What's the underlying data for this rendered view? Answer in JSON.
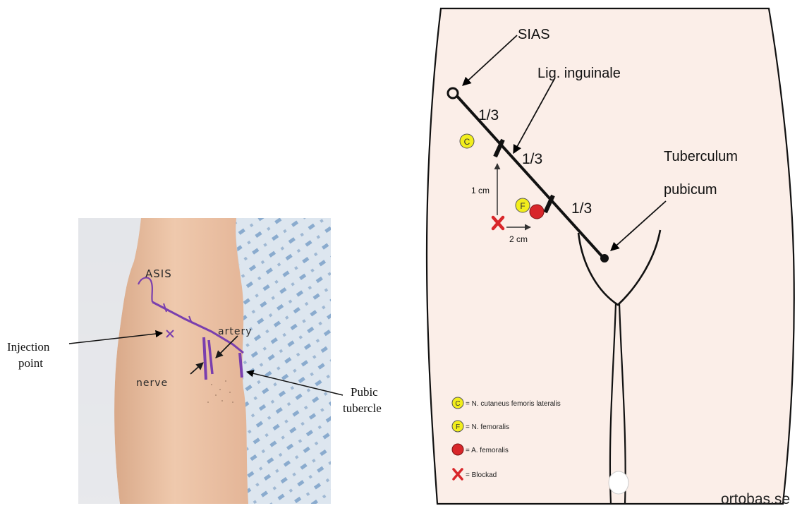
{
  "photo": {
    "labels": {
      "asis": "ASIS",
      "artery": "artery",
      "nerve": "nerve"
    }
  },
  "callouts": {
    "injection_line1": "Injection",
    "injection_line2": "point",
    "pubic_line1": "Pubic",
    "pubic_line2": "tubercle"
  },
  "schematic": {
    "sias": "SIAS",
    "lig_inguinale": "Lig. inguinale",
    "third_1": "1/3",
    "third_2": "1/3",
    "third_3": "1/3",
    "tuberculum_line1": "Tuberculum",
    "tuberculum_line2": "pubicum",
    "one_cm": "1 cm",
    "two_cm": "2 cm",
    "watermark": "ortobas.se",
    "markers": {
      "c": "C",
      "f": "F"
    },
    "legend": [
      {
        "symbol": "C",
        "text": "= N. cutaneus femoris lateralis"
      },
      {
        "symbol": "F",
        "text": "= N. femoralis"
      },
      {
        "symbol": "",
        "text": "= A. femoralis"
      },
      {
        "symbol": "",
        "text": "= Blockad"
      }
    ]
  },
  "colors": {
    "schematic_bg": "#fbeee8",
    "nerve_yellow": "#f2ee1c",
    "artery_red": "#d8262a",
    "block_x": "#d8262a",
    "marker_purple": "#7a3fae",
    "skin": "#ecc3a6"
  }
}
